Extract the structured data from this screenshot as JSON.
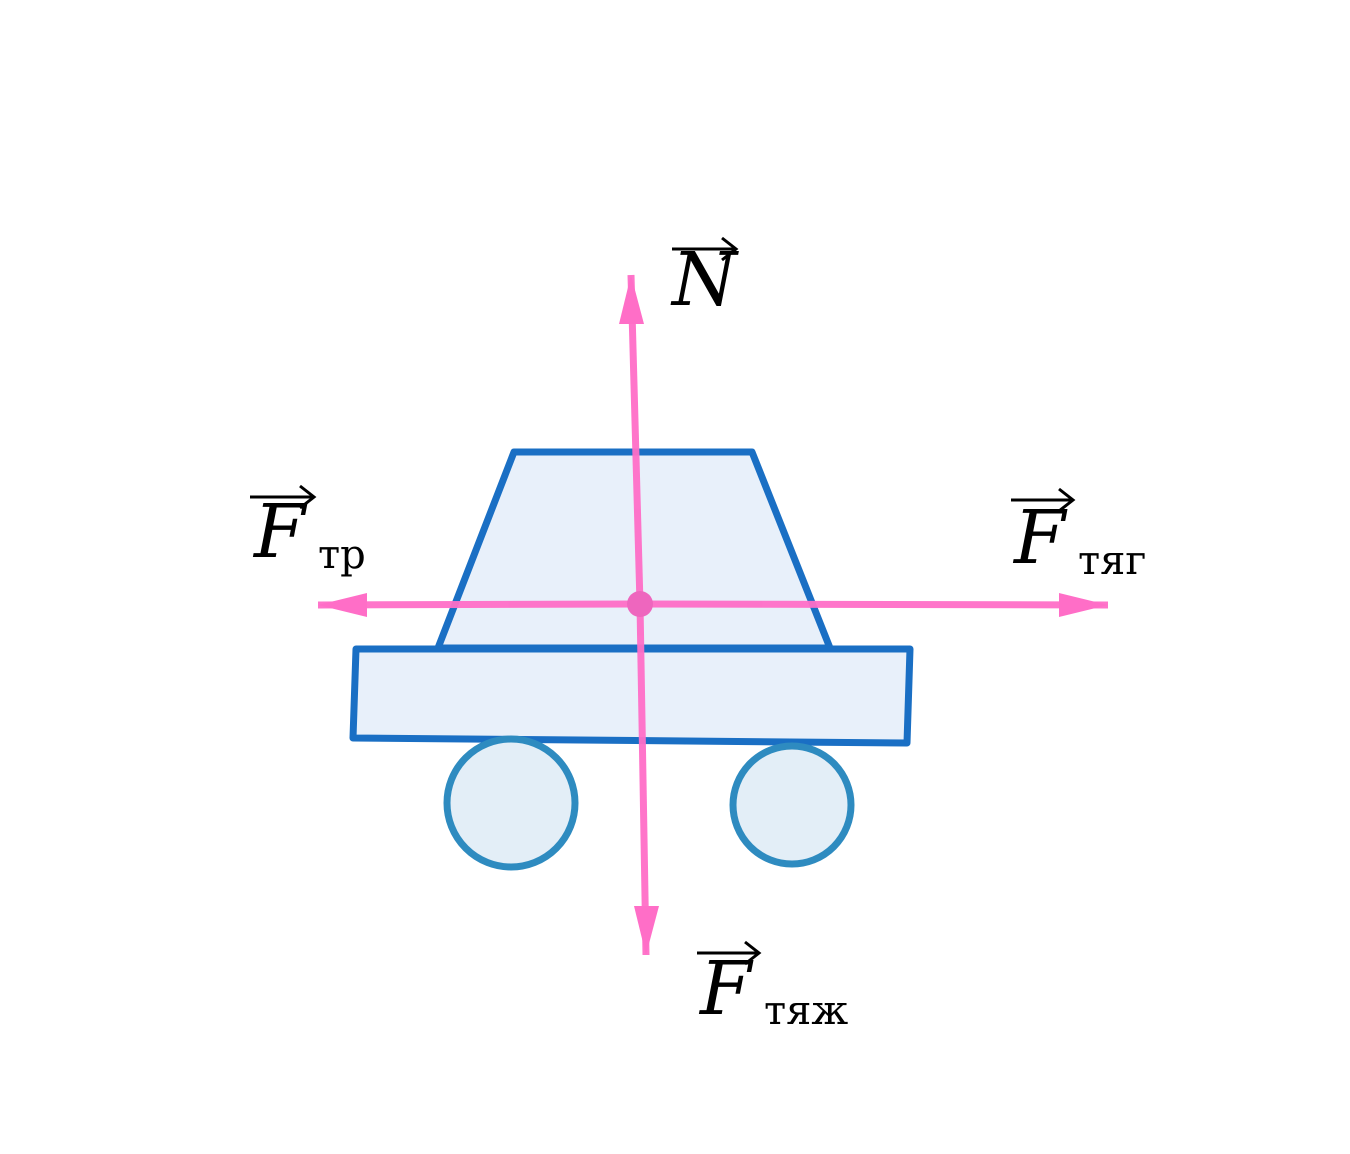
{
  "forces": {
    "normal": {
      "symbol": "N",
      "subscript": ""
    },
    "friction": {
      "symbol": "F",
      "subscript": "тр"
    },
    "traction": {
      "symbol": "F",
      "subscript": "тяг"
    },
    "gravity": {
      "symbol": "F",
      "subscript": "тяж"
    }
  },
  "colors": {
    "force": "#ff6ec7",
    "car_outline": "#1a6fc4",
    "car_fill": "#e8f0fa",
    "wheel_outline": "#2e8bc0",
    "wheel_fill": "#e3eef7",
    "label": "#000000"
  }
}
